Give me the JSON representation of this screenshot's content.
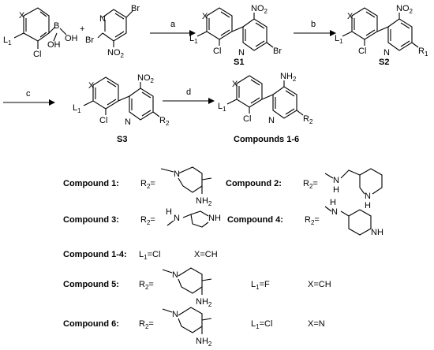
{
  "reagents": {
    "boronic": {
      "X": "X",
      "L1_L": "L",
      "L1_sub": "1",
      "Cl": "Cl",
      "B": "B",
      "OH1": "OH",
      "OH2": "OH"
    },
    "plus": "+",
    "pyridine": {
      "Br1": "Br",
      "Br2": "Br",
      "N": "N",
      "NO": "NO",
      "NO_sub": "2"
    }
  },
  "steps": {
    "a": "a",
    "b": "b",
    "c": "c",
    "d": "d"
  },
  "intermediates": {
    "S1": {
      "label": "S1",
      "X": "X",
      "L": "L",
      "L_sub": "1",
      "Cl": "Cl",
      "N": "N",
      "NO": "NO",
      "NO_sub": "2",
      "tail": "Br"
    },
    "S2": {
      "label": "S2",
      "X": "X",
      "L": "L",
      "L_sub": "1",
      "Cl": "Cl",
      "N": "N",
      "NO": "NO",
      "NO_sub": "2",
      "tail": "R",
      "tail_sub": "1"
    },
    "S3": {
      "label": "S3",
      "X": "X",
      "L": "L",
      "L_sub": "1",
      "Cl": "Cl",
      "N": "N",
      "NO": "NO",
      "NO_sub": "2",
      "tail": "R",
      "tail_sub": "2"
    },
    "final": {
      "label": "Compounds 1-6",
      "X": "X",
      "L": "L",
      "L_sub": "1",
      "Cl": "Cl",
      "N": "N",
      "NH": "NH",
      "NH_sub": "2",
      "tail": "R",
      "tail_sub": "2"
    }
  },
  "compounds": {
    "c1": {
      "label": "Compound 1:",
      "R": "R",
      "R_sub": "2",
      "eq": "=",
      "N": "N",
      "NH": "NH",
      "NH_sub": "2"
    },
    "c2": {
      "label": "Compound 2:",
      "R": "R",
      "R_sub": "2",
      "eq": "=",
      "NH_chain": "H",
      "N_chain": "N",
      "NH_ring": "N",
      "H_ring": "H"
    },
    "c3": {
      "label": "Compound 3:",
      "R": "R",
      "R_sub": "2",
      "eq": "=",
      "H": "H",
      "N": "N",
      "NH_ring": "NH"
    },
    "c4": {
      "label": "Compound 4:",
      "R": "R",
      "R_sub": "2",
      "eq": "=",
      "H": "H",
      "N": "N",
      "NH_ring": "NH"
    },
    "c14": {
      "label": "Compound 1-4:",
      "L": "L",
      "L_sub": "1",
      "L_val": "=Cl",
      "X_val": "X=CH"
    },
    "c5": {
      "label": "Compound 5:",
      "R": "R",
      "R_sub": "2",
      "eq": "=",
      "N": "N",
      "NH": "NH",
      "NH_sub": "2",
      "L": "L",
      "L_sub": "1",
      "L_val": "=F",
      "X_val": "X=CH"
    },
    "c6": {
      "label": "Compound 6:",
      "R": "R",
      "R_sub": "2",
      "eq": "=",
      "N": "N",
      "NH": "NH",
      "NH_sub": "2",
      "L": "L",
      "L_sub": "1",
      "L_val": "=Cl",
      "X_val": "X=N"
    }
  }
}
